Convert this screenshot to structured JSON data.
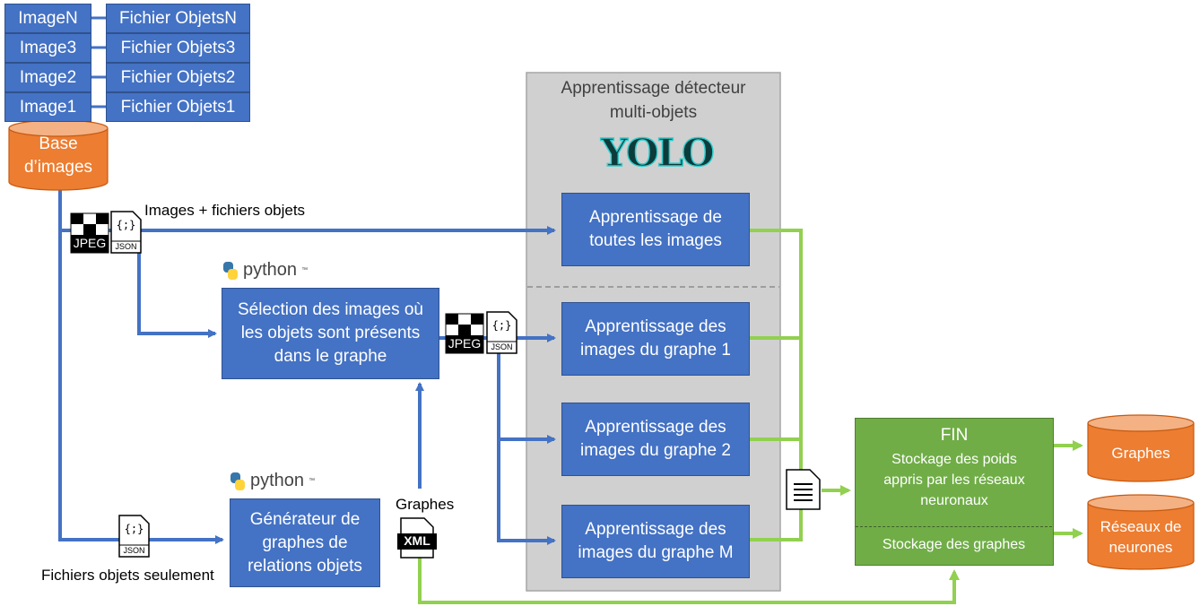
{
  "images": [
    {
      "image": "ImageN",
      "file": "Fichier ObjetsN"
    },
    {
      "image": "Image3",
      "file": "Fichier Objets3"
    },
    {
      "image": "Image2",
      "file": "Fichier Objets2"
    },
    {
      "image": "Image1",
      "file": "Fichier Objets1"
    }
  ],
  "database": {
    "line1": "Base",
    "line2": "d’images"
  },
  "training_group": {
    "title_line1": "Apprentissage détecteur",
    "title_line2": "multi-objets",
    "logo": "YOLO"
  },
  "train_all": {
    "line1": "Apprentissage de",
    "line2": "toutes les images"
  },
  "train_g1": {
    "line1": "Apprentissage des",
    "line2": "images du graphe 1"
  },
  "train_g2": {
    "line1": "Apprentissage des",
    "line2": "images du graphe 2"
  },
  "train_gm": {
    "line1": "Apprentissage des",
    "line2": "images du graphe M"
  },
  "selection": {
    "line1": "Sélection des images où",
    "line2": "les objets sont présents",
    "line3": "dans le graphe"
  },
  "generator": {
    "line1": "Générateur de",
    "line2": "graphes de",
    "line3": "relations objets"
  },
  "python_label": "python",
  "labels": {
    "images_files": "Images + fichiers objets",
    "files_only": "Fichiers objets seulement",
    "graphs": "Graphes"
  },
  "file_icons": {
    "jpeg": "JPEG",
    "json": "JSON",
    "json_glyph": "{;}",
    "xml": "XML"
  },
  "fin": {
    "title": "FIN",
    "line1": "Stockage des poids",
    "line2": "appris par les réseaux",
    "line3": "neuronaux",
    "bottom": "Stockage des graphes"
  },
  "outputs": {
    "graphs": "Graphes",
    "nn_line1": "Réseaux de",
    "nn_line2": "neurones"
  },
  "colors": {
    "blue": "#4472c4",
    "green": "#70ad47",
    "orange": "#ed7d31",
    "gray": "#d0d0d0"
  }
}
